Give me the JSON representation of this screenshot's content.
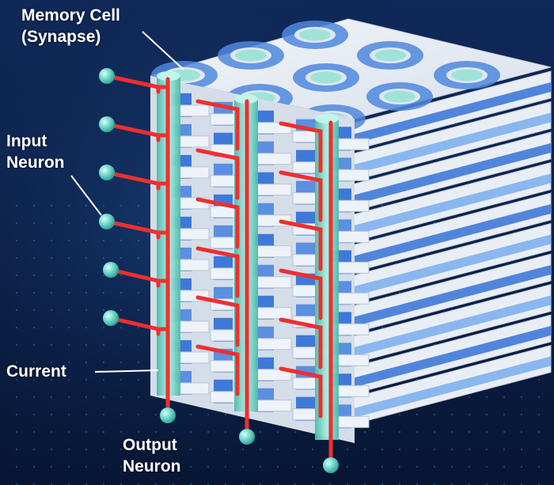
{
  "labels": {
    "memory_cell": [
      "Memory Cell",
      "(Synapse)"
    ],
    "input_neuron": [
      "Input",
      "Neuron"
    ],
    "current": "Current",
    "output_neuron": [
      "Output",
      "Neuron"
    ]
  },
  "colors": {
    "background_top": "#0f2a57",
    "background_bottom": "#081838",
    "block_white": "#e9eef5",
    "block_side_shadow": "#c8d3e2",
    "stripe_blue": "#3f79d8",
    "stripe_light_blue": "#7fb0ee",
    "synapse_ring": "#4f87dd",
    "synapse_core": "#9fe3d8",
    "pillar_teal": "#78d9c8",
    "wire_red": "#ee2f2f",
    "node_teal": "#6fd8cb"
  },
  "structure": {
    "input_neuron_count": 6,
    "output_neuron_count": 3,
    "pillar_count": 3,
    "layer_count": 10
  }
}
